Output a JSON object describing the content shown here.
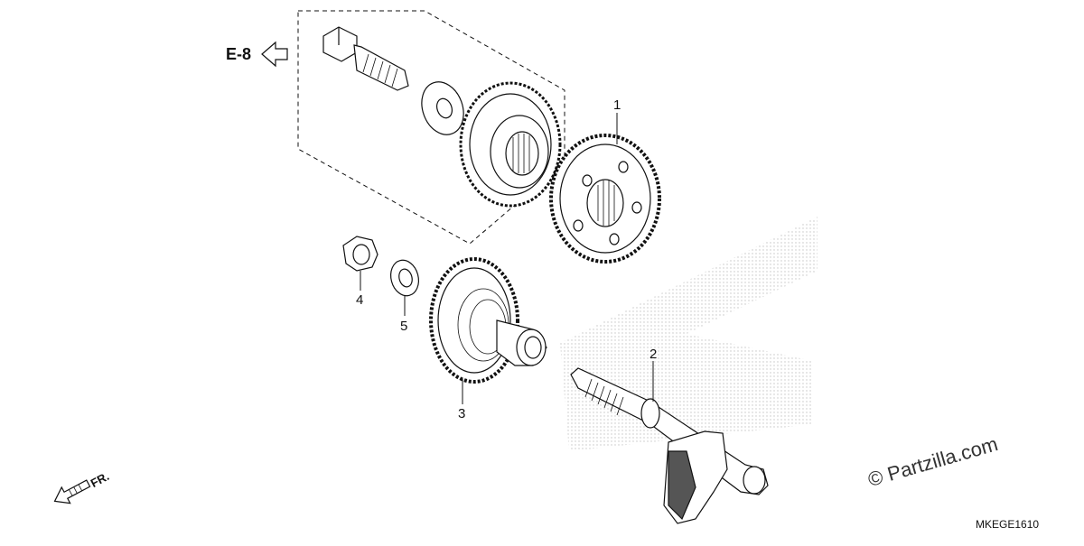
{
  "reference_label": "E-8",
  "front_label": "FR.",
  "diagram_code": "MKEGE1610",
  "watermark": "© Partzilla.com",
  "callouts": [
    {
      "id": "1",
      "text": "1"
    },
    {
      "id": "2",
      "text": "2"
    },
    {
      "id": "3",
      "text": "3"
    },
    {
      "id": "4",
      "text": "4"
    },
    {
      "id": "5",
      "text": "5"
    }
  ],
  "colors": {
    "line": "#111111",
    "fill": "#ffffff",
    "shade": "#cfcfcf",
    "stipple": "#d9d9d9"
  },
  "icons": [
    "left-arrow-icon",
    "front-arrow-icon",
    "gear-icon",
    "bolt-icon",
    "washer-icon",
    "nut-icon",
    "shaft-icon"
  ]
}
